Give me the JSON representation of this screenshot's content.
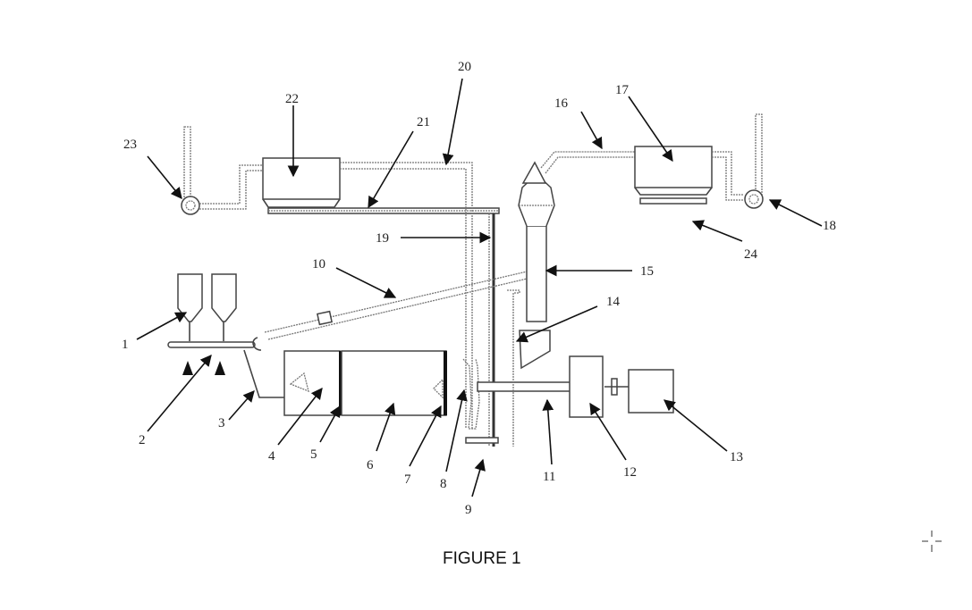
{
  "figure": {
    "caption": "FIGURE 1",
    "crosshair_icon": "crosshair-icon"
  },
  "labels": [
    {
      "id": "1",
      "text": "1"
    },
    {
      "id": "2",
      "text": "2"
    },
    {
      "id": "3",
      "text": "3"
    },
    {
      "id": "4",
      "text": "4"
    },
    {
      "id": "5",
      "text": "5"
    },
    {
      "id": "6",
      "text": "6"
    },
    {
      "id": "7",
      "text": "7"
    },
    {
      "id": "8",
      "text": "8"
    },
    {
      "id": "9",
      "text": "9"
    },
    {
      "id": "10",
      "text": "10"
    },
    {
      "id": "11",
      "text": "11"
    },
    {
      "id": "12",
      "text": "12"
    },
    {
      "id": "13",
      "text": "13"
    },
    {
      "id": "14",
      "text": "14"
    },
    {
      "id": "15",
      "text": "15"
    },
    {
      "id": "16",
      "text": "16"
    },
    {
      "id": "17",
      "text": "17"
    },
    {
      "id": "18",
      "text": "18"
    },
    {
      "id": "19",
      "text": "19"
    },
    {
      "id": "20",
      "text": "20"
    },
    {
      "id": "21",
      "text": "21"
    },
    {
      "id": "22",
      "text": "22"
    },
    {
      "id": "23",
      "text": "23"
    },
    {
      "id": "24",
      "text": "24"
    }
  ],
  "components": {
    "hoppers": "feed-hoppers",
    "feed_conveyor": "feed-conveyor",
    "chute": "feed-chute",
    "chamber_a": "first-chamber",
    "partition_a": "partition-plate",
    "chamber_b": "second-chamber",
    "partition_b": "outlet-plate",
    "outlet_cone": "outlet-cone",
    "discharge": "discharge-conveyor",
    "return_duct": "return-duct",
    "shaft": "drive-shaft",
    "gearbox": "gearbox",
    "motor": "motor",
    "classifier_hopper": "classifier-hopper",
    "riser": "riser-duct",
    "top_duct": "top-duct",
    "filter_right": "bag-filter-right",
    "fan_right": "fan-right",
    "vertical_pipe": "vertical-pipe",
    "loop_duct": "loop-duct",
    "top_conveyor": "top-conveyor",
    "filter_left": "bag-filter-left",
    "fan_left": "fan-left",
    "bottom_conveyor": "filter-conveyor"
  }
}
